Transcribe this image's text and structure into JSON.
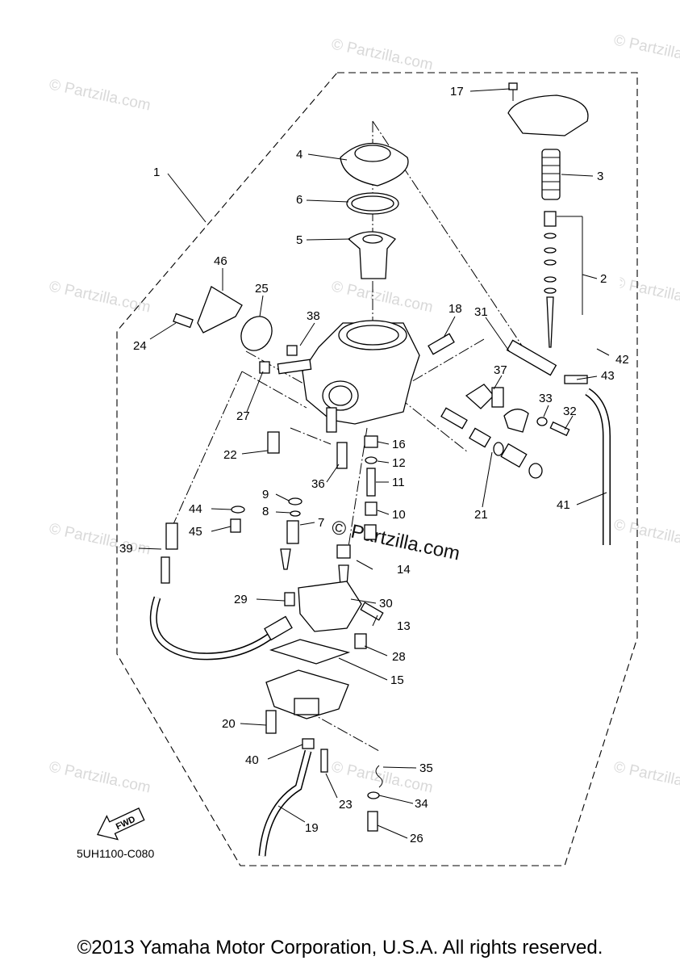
{
  "watermark": {
    "text": "© Partzilla.com",
    "main_text": "© Partzilla.com"
  },
  "diagram_code": "5UH1100-C080",
  "fwd_label": "FWD",
  "copyright": "©2013 Yamaha Motor Corporation, U.S.A. All rights reserved.",
  "callouts": [
    "1",
    "2",
    "3",
    "4",
    "5",
    "6",
    "7",
    "8",
    "9",
    "10",
    "11",
    "12",
    "13",
    "14",
    "15",
    "16",
    "17",
    "18",
    "19",
    "20",
    "21",
    "22",
    "23",
    "24",
    "25",
    "26",
    "27",
    "28",
    "29",
    "30",
    "31",
    "32",
    "33",
    "34",
    "35",
    "36",
    "37",
    "38",
    "39",
    "40",
    "41",
    "42",
    "43",
    "44",
    "45",
    "46"
  ]
}
